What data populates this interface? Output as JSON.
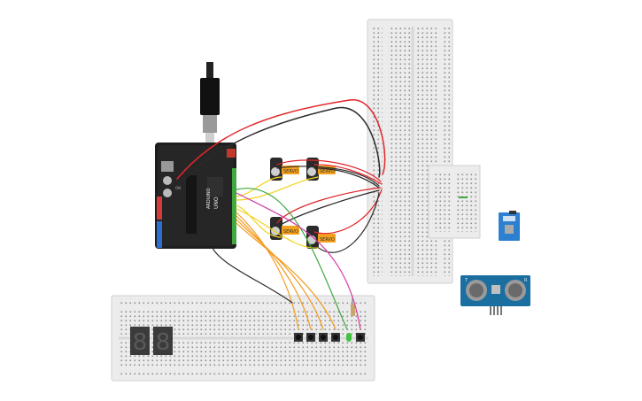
{
  "servos": [
    {
      "label": "SERVO"
    },
    {
      "label": "SERVO"
    },
    {
      "label": "SERVO"
    },
    {
      "label": "SERVO"
    }
  ],
  "arduino": {
    "title": "UNO",
    "brand": "ARDUINO",
    "status_label": "ON"
  },
  "ultrasonic": {
    "left_label": "T",
    "right_label": "R"
  },
  "display": {
    "digits": [
      "8",
      "8"
    ]
  },
  "colors": {
    "wire_red": "#e0262a",
    "wire_black": "#2a2a2a",
    "wire_orange": "#f29b1d",
    "wire_yellow": "#f2d21d",
    "wire_green": "#3fa83f",
    "wire_magenta": "#d63ba6",
    "breadboard": "#ececec",
    "arduino_board": "#1d1d1d",
    "servo_tab": "#f4a21d",
    "sensor_board": "#1a6fa0",
    "wifi_board": "#2d7fd0"
  }
}
